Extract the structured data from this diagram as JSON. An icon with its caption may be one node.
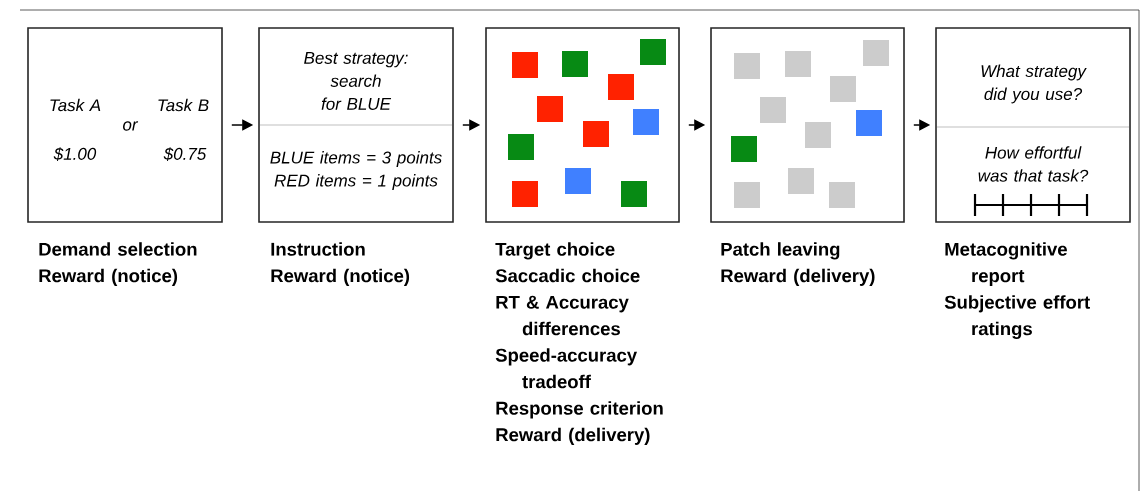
{
  "diagram": {
    "nodes": [
      {
        "text": [
          "Task A",
          "or",
          "Task B",
          "$1.00",
          "$0.75"
        ],
        "beside": [
          "Demand selection",
          "Reward (notice)"
        ]
      },
      {
        "text": [
          "Best strategy: search for BLUE",
          "BLUE items = 3 points",
          "RED items = 1 points"
        ],
        "beside": [
          "Instruction",
          "Reward (notice)"
        ]
      },
      {
        "text": [],
        "shape": "box",
        "beside": [
          "Target choice",
          "Saccadic choice",
          "RT & Accuracy differences",
          "Speed-accuracy tradeoff",
          "Response criterion",
          "Reward (delivery)"
        ]
      },
      {
        "text": [],
        "shape": "box",
        "beside": [
          "Patch leaving",
          "Reward (delivery)"
        ]
      },
      {
        "text": [
          "What strategy did you use?",
          "How effortful was that task?"
        ],
        "beside": [
          "Metacognitive report",
          "Subjective effort ratings"
        ]
      }
    ],
    "edges": [
      {
        "from": 0,
        "to": 1,
        "arrow": "to"
      },
      {
        "from": 1,
        "to": 2,
        "arrow": "to"
      },
      {
        "from": 2,
        "to": 3,
        "arrow": "to"
      },
      {
        "from": 3,
        "to": 4,
        "arrow": "to"
      }
    ]
  }
}
